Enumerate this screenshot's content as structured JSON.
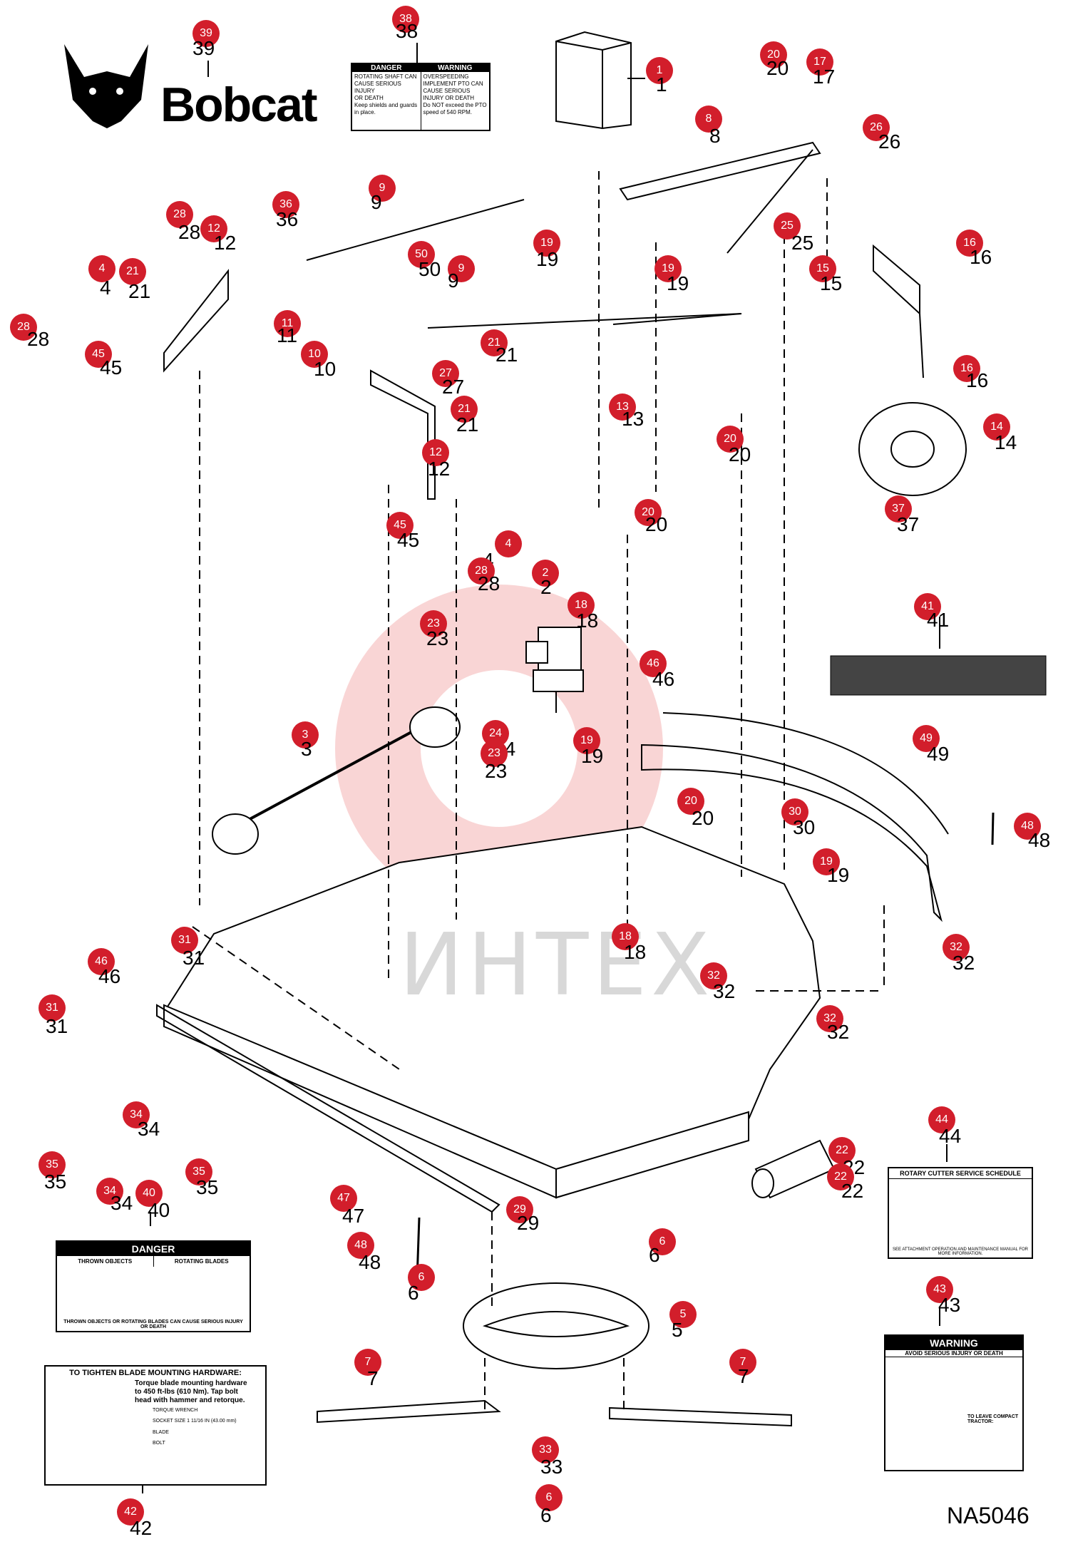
{
  "brand": {
    "name": "Bobcat"
  },
  "diagram_id": "NA5046",
  "watermark": "ИНТЕХ",
  "callouts": [
    {
      "id": "c39",
      "label": "39",
      "ref": "39"
    },
    {
      "id": "c38",
      "label": "38",
      "ref": "38"
    },
    {
      "id": "c1",
      "label": "1",
      "ref": "1"
    },
    {
      "id": "c20a",
      "label": "20",
      "ref": "20"
    },
    {
      "id": "c17",
      "label": "17",
      "ref": "17"
    },
    {
      "id": "c8",
      "label": "8",
      "ref": "8"
    },
    {
      "id": "c26",
      "label": "26",
      "ref": "26"
    },
    {
      "id": "c9a",
      "label": "9",
      "ref": "9"
    },
    {
      "id": "c36",
      "label": "36",
      "ref": "36"
    },
    {
      "id": "c28a",
      "label": "28",
      "ref": "28"
    },
    {
      "id": "c12a",
      "label": "12",
      "ref": "12"
    },
    {
      "id": "c19a",
      "label": "19",
      "ref": "19"
    },
    {
      "id": "c25",
      "label": "25",
      "ref": "25"
    },
    {
      "id": "c16a",
      "label": "16",
      "ref": "16"
    },
    {
      "id": "c50",
      "label": "50",
      "ref": "50"
    },
    {
      "id": "c9b",
      "label": "9",
      "ref": "9"
    },
    {
      "id": "c19b",
      "label": "19",
      "ref": "19"
    },
    {
      "id": "c15",
      "label": "15",
      "ref": "15"
    },
    {
      "id": "c4a",
      "label": "4",
      "ref": "4"
    },
    {
      "id": "c21a",
      "label": "21",
      "ref": "21"
    },
    {
      "id": "c28b",
      "label": "28",
      "ref": "28"
    },
    {
      "id": "c45a",
      "label": "45",
      "ref": "45"
    },
    {
      "id": "c11",
      "label": "11",
      "ref": "11"
    },
    {
      "id": "c10",
      "label": "10",
      "ref": "10"
    },
    {
      "id": "c21b",
      "label": "21",
      "ref": "21"
    },
    {
      "id": "c16b",
      "label": "16",
      "ref": "16"
    },
    {
      "id": "c27",
      "label": "27",
      "ref": "27"
    },
    {
      "id": "c21c",
      "label": "21",
      "ref": "21"
    },
    {
      "id": "c13",
      "label": "13",
      "ref": "13"
    },
    {
      "id": "c14",
      "label": "14",
      "ref": "14"
    },
    {
      "id": "c12b",
      "label": "12",
      "ref": "12"
    },
    {
      "id": "c20b",
      "label": "20",
      "ref": "20"
    },
    {
      "id": "c20c",
      "label": "20",
      "ref": "20"
    },
    {
      "id": "c37",
      "label": "37",
      "ref": "37"
    },
    {
      "id": "c45b",
      "label": "45",
      "ref": "45"
    },
    {
      "id": "c4b",
      "label": "4",
      "ref": "4"
    },
    {
      "id": "c28c",
      "label": "28",
      "ref": "28"
    },
    {
      "id": "c2",
      "label": "2",
      "ref": "2"
    },
    {
      "id": "c18a",
      "label": "18",
      "ref": "18"
    },
    {
      "id": "c41",
      "label": "41",
      "ref": "41"
    },
    {
      "id": "c23a",
      "label": "23",
      "ref": "23"
    },
    {
      "id": "c46a",
      "label": "46",
      "ref": "46"
    },
    {
      "id": "c24",
      "label": "24",
      "ref": "24"
    },
    {
      "id": "c3",
      "label": "3",
      "ref": "3"
    },
    {
      "id": "c23b",
      "label": "23",
      "ref": "23"
    },
    {
      "id": "c19c",
      "label": "19",
      "ref": "19"
    },
    {
      "id": "c49",
      "label": "49",
      "ref": "49"
    },
    {
      "id": "c20d",
      "label": "20",
      "ref": "20"
    },
    {
      "id": "c30",
      "label": "30",
      "ref": "30"
    },
    {
      "id": "c48a",
      "label": "48",
      "ref": "48"
    },
    {
      "id": "c19d",
      "label": "19",
      "ref": "19"
    },
    {
      "id": "c31a",
      "label": "31",
      "ref": "31"
    },
    {
      "id": "c18b",
      "label": "18",
      "ref": "18"
    },
    {
      "id": "c32a",
      "label": "32",
      "ref": "32"
    },
    {
      "id": "c46b",
      "label": "46",
      "ref": "46"
    },
    {
      "id": "c32b",
      "label": "32",
      "ref": "32"
    },
    {
      "id": "c31b",
      "label": "31",
      "ref": "31"
    },
    {
      "id": "c32c",
      "label": "32",
      "ref": "32"
    },
    {
      "id": "c44",
      "label": "44",
      "ref": "44"
    },
    {
      "id": "c34a",
      "label": "34",
      "ref": "34"
    },
    {
      "id": "c22a",
      "label": "22",
      "ref": "22"
    },
    {
      "id": "c35a",
      "label": "35",
      "ref": "35"
    },
    {
      "id": "c35b",
      "label": "35",
      "ref": "35"
    },
    {
      "id": "c22b",
      "label": "22",
      "ref": "22"
    },
    {
      "id": "c34b",
      "label": "34",
      "ref": "34"
    },
    {
      "id": "c40",
      "label": "40",
      "ref": "40"
    },
    {
      "id": "c47",
      "label": "47",
      "ref": "47"
    },
    {
      "id": "c29",
      "label": "29",
      "ref": "29"
    },
    {
      "id": "c6a",
      "label": "6",
      "ref": "6"
    },
    {
      "id": "c48b",
      "label": "48",
      "ref": "48"
    },
    {
      "id": "c6b",
      "label": "6",
      "ref": "6"
    },
    {
      "id": "c5",
      "label": "5",
      "ref": "5"
    },
    {
      "id": "c43",
      "label": "43",
      "ref": "43"
    },
    {
      "id": "c7a",
      "label": "7",
      "ref": "7"
    },
    {
      "id": "c7b",
      "label": "7",
      "ref": "7"
    },
    {
      "id": "c33",
      "label": "33",
      "ref": "33"
    },
    {
      "id": "c42",
      "label": "42",
      "ref": "42"
    },
    {
      "id": "c6c",
      "label": "6",
      "ref": "6"
    }
  ],
  "decals": {
    "d38": {
      "danger_title": "DANGER",
      "danger_lines": [
        "ROTATING SHAFT CAN",
        "CAUSE SERIOUS INJURY",
        "OR DEATH",
        "Keep shields and guards",
        "in place."
      ],
      "warning_title": "WARNING",
      "warning_lines": [
        "OVERSPEEDING",
        "IMPLEMENT PTO CAN",
        "CAUSE SERIOUS",
        "INJURY OR DEATH",
        "Do NOT exceed the PTO",
        "speed of 540 RPM."
      ]
    },
    "d40": {
      "title": "DANGER",
      "col1_title": "THROWN OBJECTS",
      "col2_title": "ROTATING BLADES",
      "footer": "THROWN OBJECTS OR ROTATING BLADES CAN CAUSE SERIOUS INJURY OR DEATH"
    },
    "d42": {
      "title": "TO TIGHTEN BLADE MOUNTING HARDWARE:",
      "lines": [
        "Torque blade mounting hardware",
        "to 450 ft-lbs (610 Nm). Tap bolt",
        "head with hammer and retorque."
      ],
      "labels": [
        "TORQUE WRENCH",
        "SOCKET SIZE 1 11/16 IN (43.00 mm)",
        "BLADE",
        "BOLT"
      ]
    },
    "d44": {
      "title": "ROTARY CUTTER SERVICE SCHEDULE",
      "footer": "SEE ATTACHMENT OPERATION AND MAINTENANCE MANUAL FOR MORE INFORMATION."
    },
    "d43": {
      "title": "WARNING",
      "subtitle": "AVOID SERIOUS INJURY OR DEATH",
      "lines": [
        "TO LEAVE COMPACT",
        "TRACTOR:"
      ]
    }
  }
}
